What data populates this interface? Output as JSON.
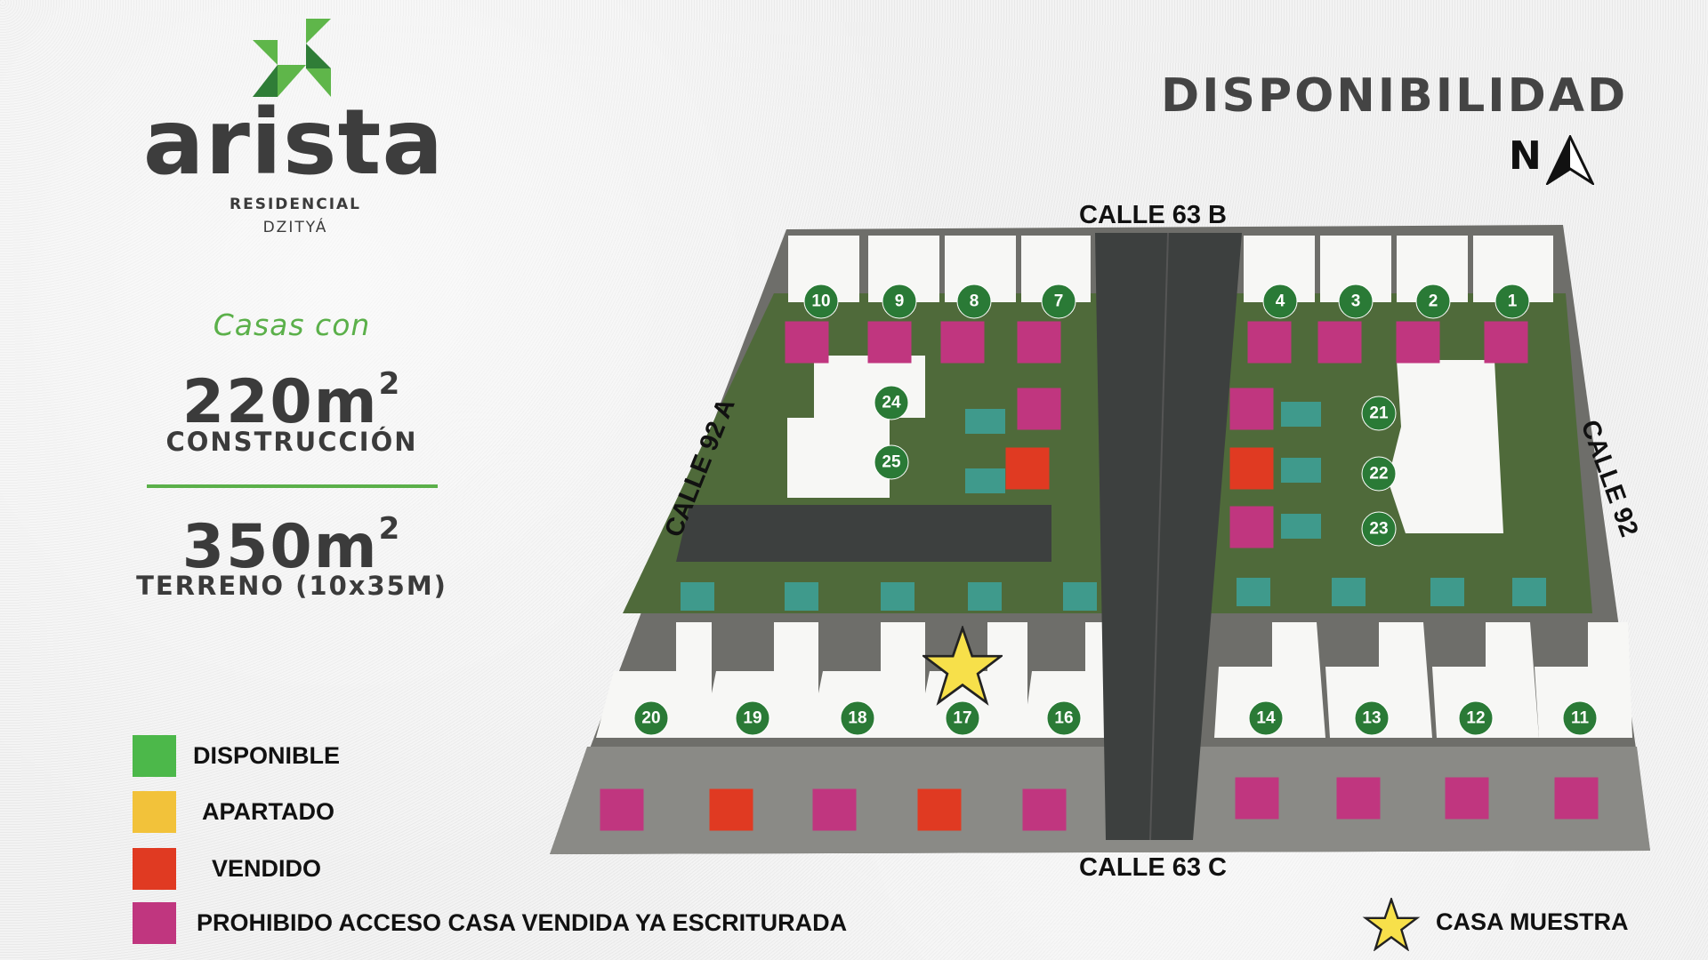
{
  "brand": {
    "name": "arista",
    "line1": "RESIDENCIAL",
    "line2": "DZITYÁ"
  },
  "specs": {
    "intro": "Casas con",
    "construction_value": "220m",
    "construction_sup": "2",
    "construction_label": "CONSTRUCCIÓN",
    "land_value": "350m",
    "land_sup": "2",
    "land_label": "TERRENO (10x35M)"
  },
  "title": "DISPONIBILIDAD",
  "north_label": "N",
  "streets": {
    "top": "CALLE 63 B",
    "bottom": "CALLE 63 C",
    "left": "CALLE 92 A",
    "right": "CALLE 92"
  },
  "colors": {
    "disponible": "#4cb84a",
    "apartado": "#f2c23a",
    "vendido": "#e03a22",
    "escriturada": "#c0367f",
    "lot_circle": "#2a7a36",
    "star": "#f7e04a"
  },
  "legend": [
    {
      "status": "disponible",
      "label": "DISPONIBLE"
    },
    {
      "status": "apartado",
      "label": "APARTADO"
    },
    {
      "status": "vendido",
      "label": "VENDIDO"
    },
    {
      "status": "escriturada",
      "label": "PROHIBIDO ACCESO CASA VENDIDA YA ESCRITURADA"
    }
  ],
  "sample_house": {
    "label": "CASA MUESTRA",
    "lot": "17"
  },
  "lots": [
    {
      "n": "1",
      "status": "escriturada"
    },
    {
      "n": "2",
      "status": "escriturada"
    },
    {
      "n": "3",
      "status": "escriturada"
    },
    {
      "n": "4",
      "status": "escriturada"
    },
    {
      "n": "7",
      "status": "escriturada"
    },
    {
      "n": "8",
      "status": "escriturada"
    },
    {
      "n": "9",
      "status": "escriturada"
    },
    {
      "n": "10",
      "status": "escriturada"
    },
    {
      "n": "11",
      "status": "escriturada"
    },
    {
      "n": "12",
      "status": "escriturada"
    },
    {
      "n": "13",
      "status": "escriturada"
    },
    {
      "n": "14",
      "status": "escriturada"
    },
    {
      "n": "16",
      "status": "escriturada"
    },
    {
      "n": "17",
      "status": "vendido"
    },
    {
      "n": "18",
      "status": "escriturada"
    },
    {
      "n": "19",
      "status": "vendido"
    },
    {
      "n": "20",
      "status": "escriturada"
    },
    {
      "n": "21",
      "status": "escriturada"
    },
    {
      "n": "22",
      "status": "vendido"
    },
    {
      "n": "23",
      "status": "escriturada"
    },
    {
      "n": "24",
      "status": "escriturada"
    },
    {
      "n": "25",
      "status": "vendido"
    }
  ]
}
